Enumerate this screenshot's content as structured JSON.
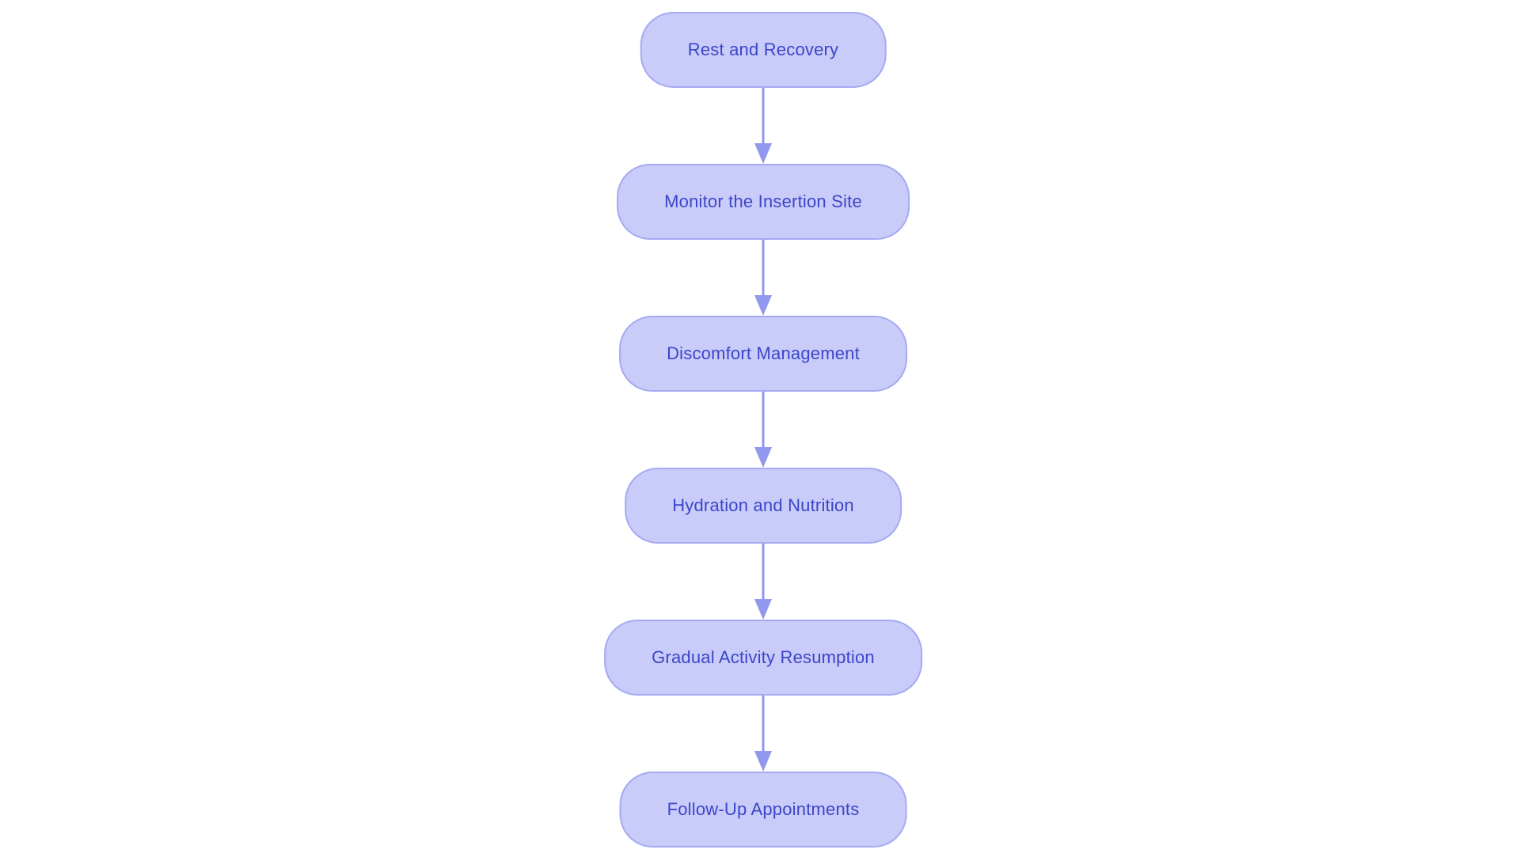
{
  "flowchart": {
    "type": "flowchart",
    "direction": "top-down",
    "colors": {
      "canvas_bg": "#ffffff",
      "node_fill": "#c9cbf8",
      "node_border": "#a5aaf2",
      "node_text": "#3b46c9",
      "arrow_color": "#9198ee"
    },
    "nodes": [
      {
        "label": "Rest and Recovery"
      },
      {
        "label": "Monitor the Insertion Site"
      },
      {
        "label": "Discomfort Management"
      },
      {
        "label": "Hydration and Nutrition"
      },
      {
        "label": "Gradual Activity Resumption"
      },
      {
        "label": "Follow-Up Appointments"
      }
    ],
    "edges": [
      {
        "from": 0,
        "to": 1
      },
      {
        "from": 1,
        "to": 2
      },
      {
        "from": 2,
        "to": 3
      },
      {
        "from": 3,
        "to": 4
      },
      {
        "from": 4,
        "to": 5
      }
    ]
  }
}
